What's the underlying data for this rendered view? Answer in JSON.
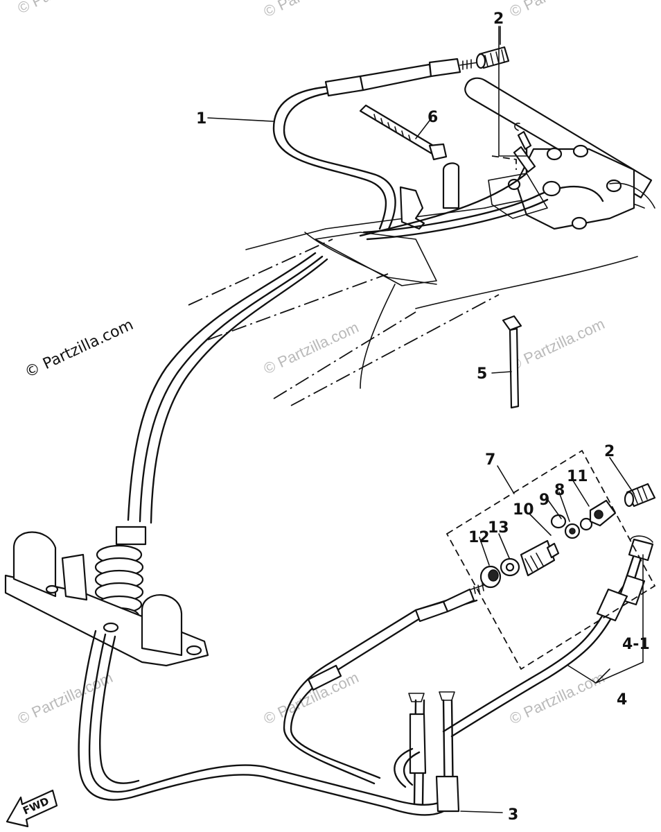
{
  "watermark": "© Partzilla.com",
  "fwd_label": "FWD",
  "callouts": {
    "c1": "1",
    "c2a": "2",
    "c2b": "2",
    "c3": "3",
    "c4": "4",
    "c41": "4-1",
    "c5": "5",
    "c6": "6",
    "c7": "7",
    "c8": "8",
    "c9": "9",
    "c10": "10",
    "c11": "11",
    "c12": "12",
    "c13": "13"
  }
}
